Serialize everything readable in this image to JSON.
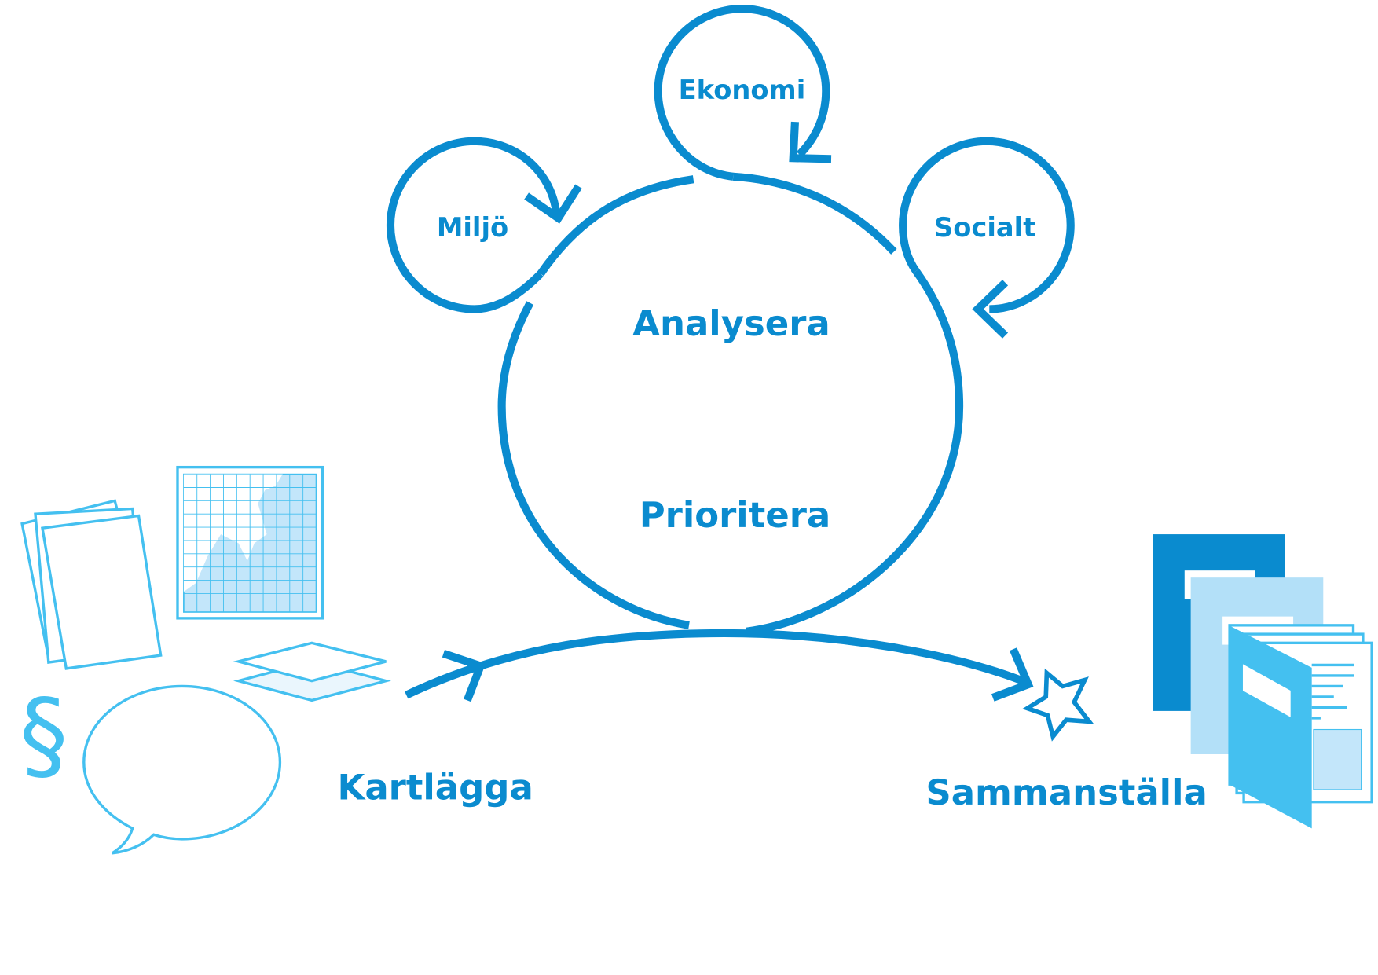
{
  "colors": {
    "primary": "#0a8bcf",
    "light": "#44c0f0",
    "pale": "#b3e0f8"
  },
  "labels": {
    "ekonomi": "Ekonomi",
    "miljo": "Miljö",
    "socialt": "Socialt",
    "analysera": "Analysera",
    "prioritera": "Prioritera",
    "kartlagga": "Kartlägga",
    "sammanstalla": "Sammanställa"
  },
  "icons": {
    "section": "§"
  }
}
